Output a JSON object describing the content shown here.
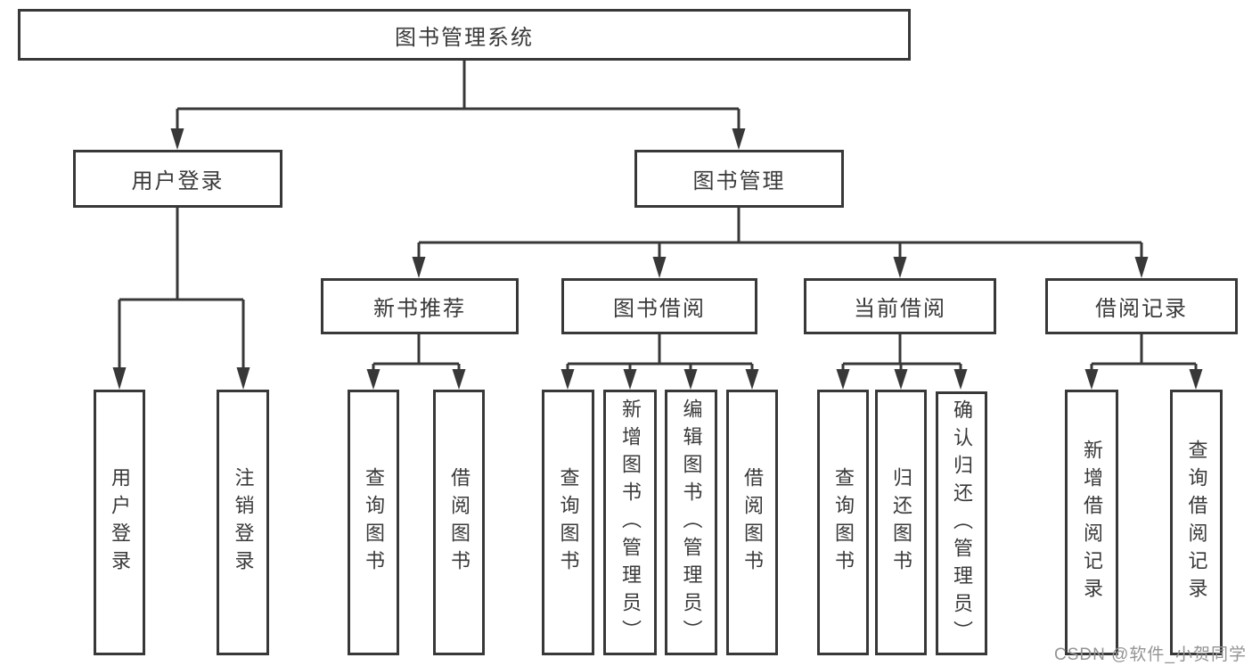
{
  "diagram": {
    "root": {
      "label": "图书管理系统"
    },
    "level2": [
      {
        "label": "用户登录"
      },
      {
        "label": "图书管理"
      }
    ],
    "level3": [
      {
        "label": "新书推荐"
      },
      {
        "label": "图书借阅"
      },
      {
        "label": "当前借阅"
      },
      {
        "label": "借阅记录"
      }
    ],
    "leaves": {
      "user_login": [
        "用户登录",
        "注销登录"
      ],
      "new_book_rec": [
        "查询图书",
        "借阅图书"
      ],
      "book_borrow": [
        "查询图书",
        "新增图书（管理员）",
        "编辑图书（管理员）",
        "借阅图书"
      ],
      "current_borrow": [
        "查询图书",
        "归还图书",
        "确认归还（管理员）"
      ],
      "borrow_records": [
        "新增借阅记录",
        "查询借阅记录"
      ]
    }
  },
  "watermark": {
    "text": "CSDN @软件_小贺同学"
  },
  "colors": {
    "line": "#383838",
    "text": "#3a3a3a",
    "watermark": "#949494",
    "background": "#ffffff"
  }
}
